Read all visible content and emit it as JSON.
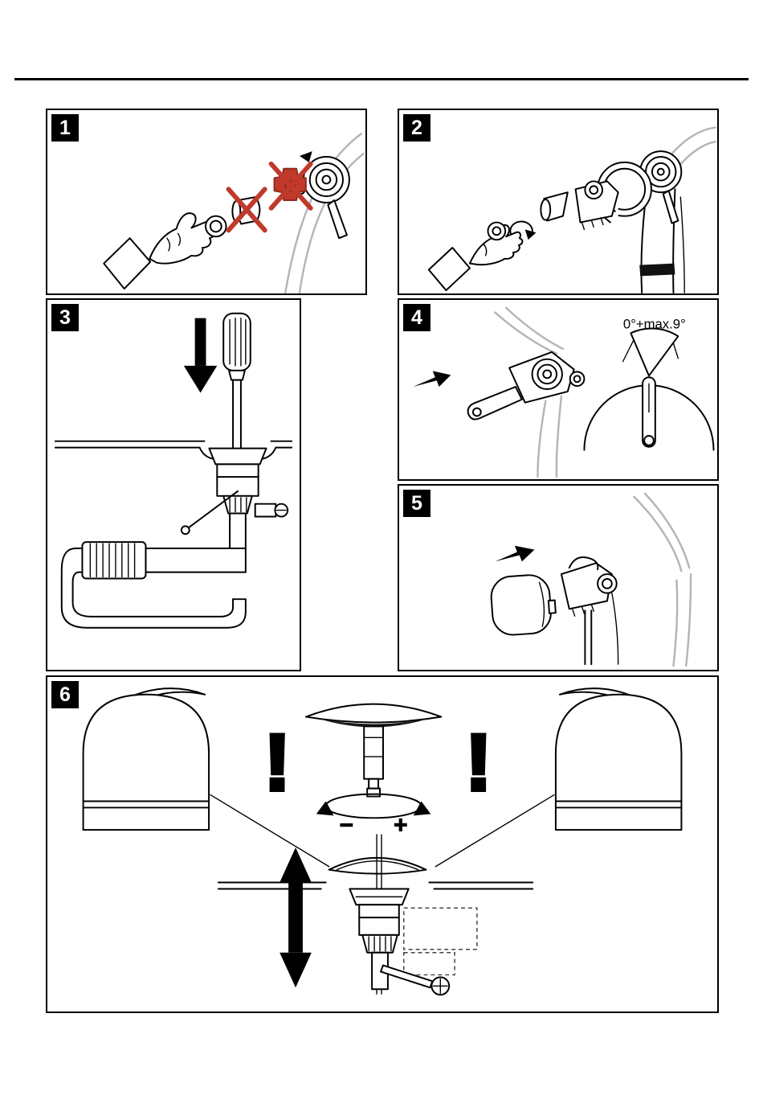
{
  "panels": [
    {
      "number": "1"
    },
    {
      "number": "2"
    },
    {
      "number": "3"
    },
    {
      "number": "4",
      "angle_label": "0°+max.9°"
    },
    {
      "number": "5"
    },
    {
      "number": "6",
      "labels": {
        "minus": "−",
        "plus": "+",
        "warning_left": "!",
        "warning_right": "!"
      }
    }
  ],
  "colors": {
    "ink": "#000000",
    "prohibited_red": "#c0392b",
    "faucet_gray": "#b5b5b5"
  }
}
